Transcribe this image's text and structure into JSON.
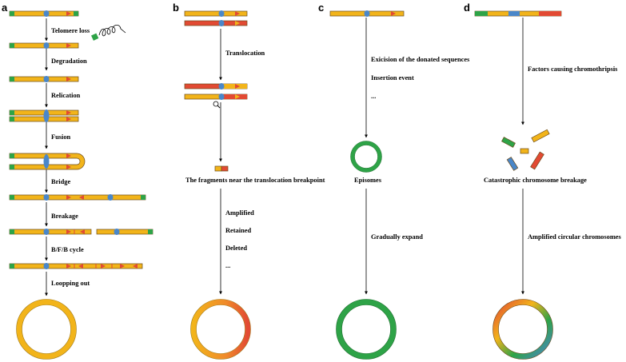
{
  "colors": {
    "yellow": "#f2b41a",
    "green": "#2ea347",
    "blue": "#4a87c9",
    "red": "#e24a33",
    "black": "#000000"
  },
  "panels": {
    "a": {
      "letter": "a",
      "steps": [
        "Telomere loss",
        "Degradation",
        "Relication",
        "Fusion",
        "Bridge",
        "Breakage",
        "B/F/B cycle",
        "Loopping out"
      ]
    },
    "b": {
      "letter": "b",
      "step1": "Translocation",
      "fragment_label": "The fragments near the translocation breakpoint",
      "outcomes": [
        "Amplified",
        "Retained",
        "Deleted",
        "..."
      ]
    },
    "c": {
      "letter": "c",
      "events": [
        "Exicision of the donated sequences",
        "Insertion event",
        "..."
      ],
      "episome_label": "Episomes",
      "expand_label": "Gradually expand"
    },
    "d": {
      "letter": "d",
      "cause_label": "Factors causing chromothripsis",
      "breakage_label": "Catastrophic chromosome breakage",
      "result_label": "Amplified circular chromosomes"
    }
  }
}
